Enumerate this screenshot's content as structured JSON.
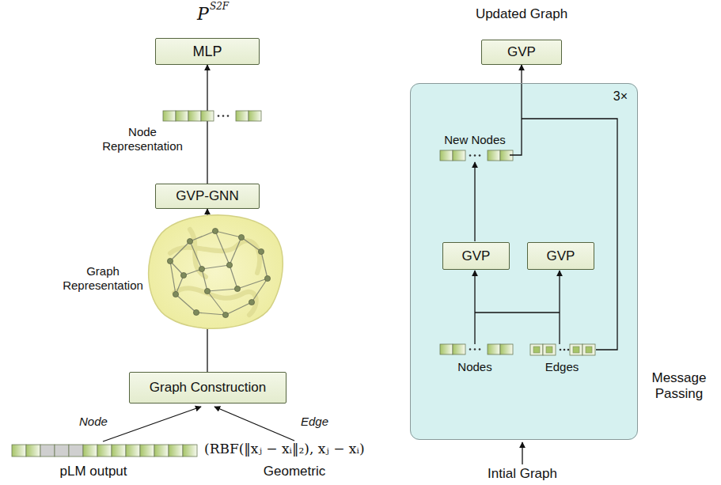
{
  "diagram": {
    "nodes": [
      {
        "text": [
          "MLP"
        ]
      },
      {
        "text": [
          "GVP-GNN"
        ]
      },
      {
        "text": [
          "Graph Construction"
        ]
      },
      {
        "text": [
          "GVP"
        ]
      },
      {
        "text": [
          "3×"
        ]
      },
      {
        "text": [
          "GVP"
        ],
        "in": 4
      },
      {
        "text": [
          "GVP"
        ],
        "in": 4
      }
    ],
    "edges": [
      {
        "from": 1,
        "to": 0,
        "arrow": "to"
      },
      {
        "from": 2,
        "to": 1,
        "arrow": "to"
      },
      {
        "from": 4,
        "to": 3,
        "arrow": "to"
      },
      {
        "from": 6,
        "to": 5,
        "arrow": "to"
      }
    ],
    "labels": [
      "P",
      "S2F",
      "Node Representation",
      "Graph Representation",
      "Node",
      "Edge",
      "(RBF(‖xⱼ − xᵢ‖₂),    xⱼ − xᵢ)",
      "pLM output",
      "Geometric",
      "Updated Graph",
      "New Nodes",
      "Nodes",
      "Edges",
      "Message Passing",
      "Intial Graph"
    ]
  }
}
